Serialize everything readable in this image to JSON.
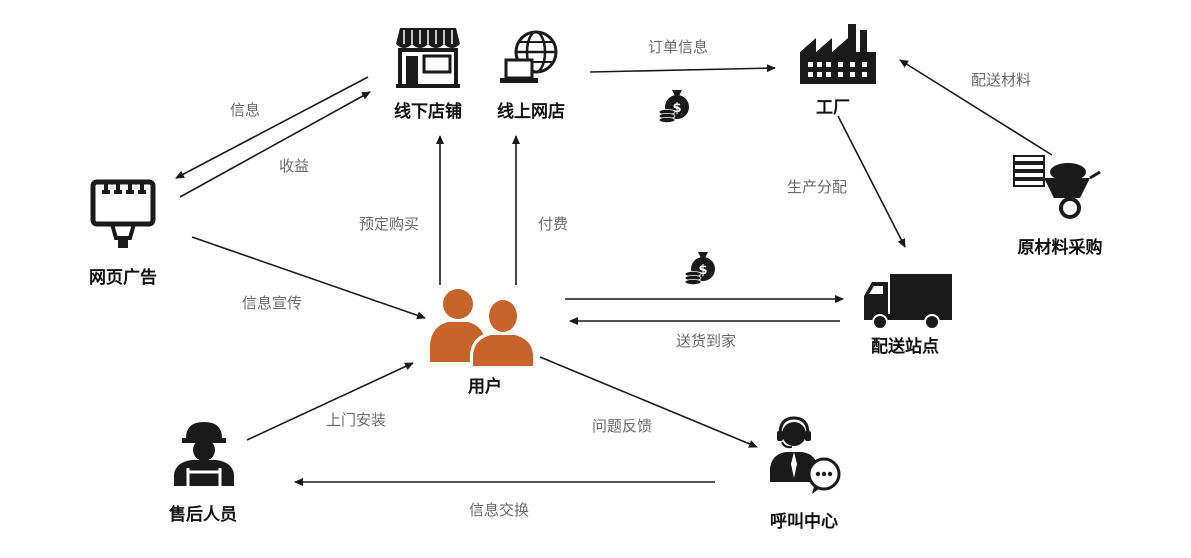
{
  "colors": {
    "user": "#C8642B",
    "icon": "#1a1a1a",
    "line": "#1a1a1a",
    "edge_text": "#6b6b6b"
  },
  "nodes": {
    "offline_store": {
      "label": "线下店铺",
      "icon": "storefront-icon"
    },
    "online_store": {
      "label": "线上网店",
      "icon": "globe-laptop-icon"
    },
    "factory": {
      "label": "工厂",
      "icon": "factory-icon"
    },
    "web_ad": {
      "label": "网页广告",
      "icon": "billboard-icon"
    },
    "user": {
      "label": "用户",
      "icon": "users-icon"
    },
    "delivery": {
      "label": "配送站点",
      "icon": "truck-icon"
    },
    "raw_material": {
      "label": "原材料采购",
      "icon": "wheelbarrow-icon"
    },
    "after_sales": {
      "label": "售后人员",
      "icon": "worker-icon"
    },
    "call_center": {
      "label": "呼叫中心",
      "icon": "headset-operator-icon"
    }
  },
  "edges": {
    "order_info": "订单信息",
    "supply_material": "配送材料",
    "info": "信息",
    "revenue": "收益",
    "production": "生产分配",
    "reserve": "预定购买",
    "pay": "付费",
    "ad_info": "信息宣传",
    "deliver_home": "送货到家",
    "install": "上门安装",
    "feedback": "问题反馈",
    "info_exchange": "信息交换"
  }
}
